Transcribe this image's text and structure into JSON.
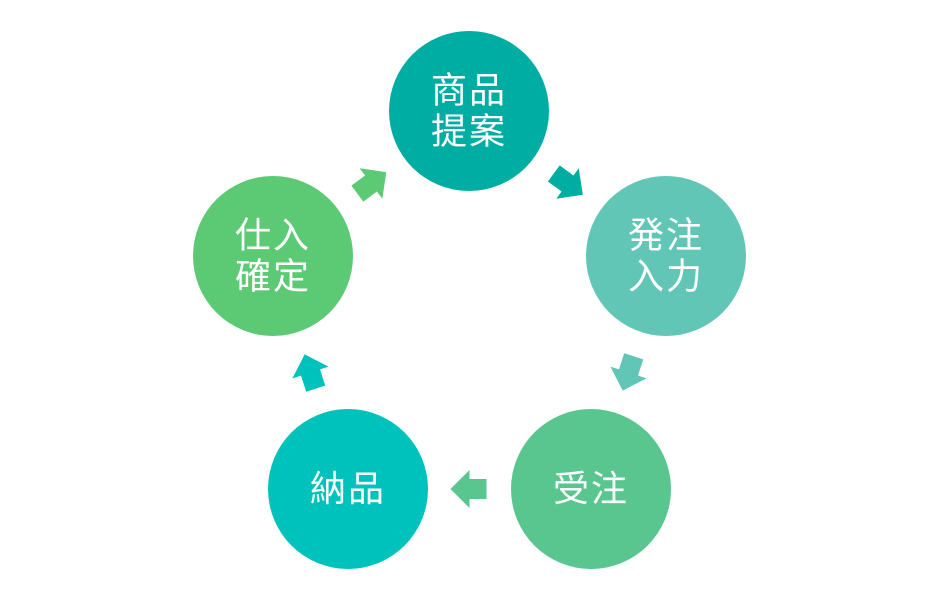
{
  "diagram": {
    "nodes": [
      {
        "id": "shohin-teian",
        "lines": [
          "商品",
          "提案"
        ],
        "color": "#00ADA3"
      },
      {
        "id": "hatchu-nyuryoku",
        "lines": [
          "発注",
          "入力"
        ],
        "color": "#62C6B7"
      },
      {
        "id": "juchu",
        "lines": [
          "受注"
        ],
        "color": "#58C68E"
      },
      {
        "id": "nohin",
        "lines": [
          "納品"
        ],
        "color": "#00C2BC"
      },
      {
        "id": "shiire-kakutei",
        "lines": [
          "仕入",
          "確定"
        ],
        "color": "#5CC974"
      }
    ],
    "arrows": [
      {
        "from": "shohin-teian",
        "to": "hatchu-nyuryoku",
        "color": "#00ADA3"
      },
      {
        "from": "hatchu-nyuryoku",
        "to": "juchu",
        "color": "#62C6B7"
      },
      {
        "from": "juchu",
        "to": "nohin",
        "color": "#58C68E"
      },
      {
        "from": "nohin",
        "to": "shiire-kakutei",
        "color": "#00C2BC"
      },
      {
        "from": "shiire-kakutei",
        "to": "shohin-teian",
        "color": "#5CC974"
      }
    ]
  }
}
